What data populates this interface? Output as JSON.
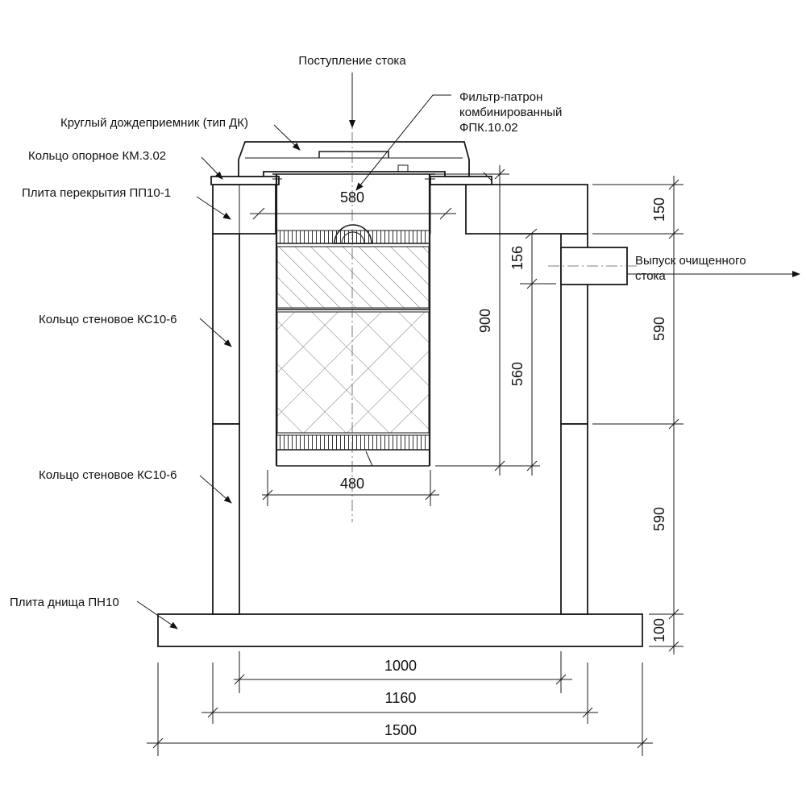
{
  "labels": {
    "inflow": "Поступление стока",
    "filter_line1": "Фильтр-патрон",
    "filter_line2": "комбинированный",
    "filter_line3": "ФПК.10.02",
    "receiver": "Круглый дождеприемник (тип ДК)",
    "support_ring": "Кольцо опорное КМ.3.02",
    "cover_slab": "Плита перекрытия ПП10-1",
    "wall_ring_1": "Кольцо стеновое КС10-6",
    "wall_ring_2": "Кольцо стеновое КС10-6",
    "bottom_slab": "Плита днища ПН10",
    "outlet_line1": "Выпуск очищенного",
    "outlet_line2": "стока"
  },
  "dimensions": {
    "filter_top_width": "580",
    "filter_bottom_width": "480",
    "inner_diameter": "1000",
    "outer_diameter": "1160",
    "base_width": "1500",
    "slab_height": "150",
    "outlet_offset": "156",
    "filter_height": "900",
    "media_height": "560",
    "ring_upper_height": "590",
    "ring_lower_height": "590",
    "base_height": "100"
  }
}
